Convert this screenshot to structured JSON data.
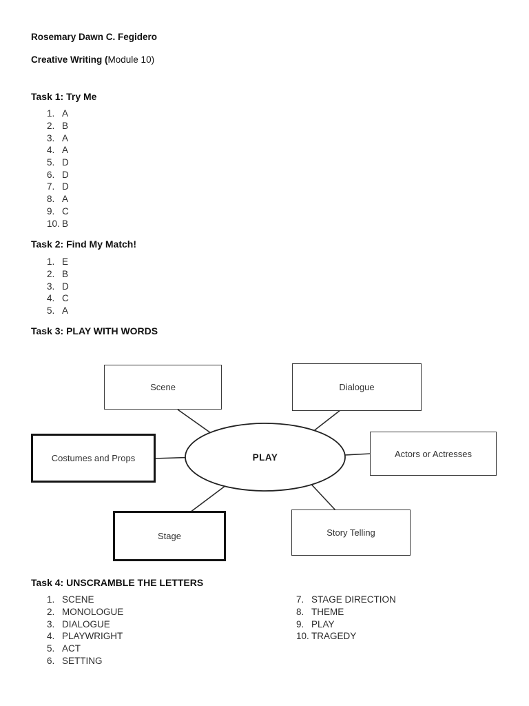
{
  "header": {
    "author": "Rosemary Dawn C. Fegidero",
    "course_bold": "Creative Writing (",
    "course_rest": "Module 10)"
  },
  "task1": {
    "heading": "Task 1: Try Me",
    "items": [
      {
        "n": "1.",
        "v": "A"
      },
      {
        "n": "2.",
        "v": "B"
      },
      {
        "n": "3.",
        "v": "A"
      },
      {
        "n": "4.",
        "v": "A"
      },
      {
        "n": "5.",
        "v": "D"
      },
      {
        "n": "6.",
        "v": "D"
      },
      {
        "n": "7.",
        "v": "D"
      },
      {
        "n": "8.",
        "v": "A"
      },
      {
        "n": "9.",
        "v": "C"
      },
      {
        "n": "10.",
        "v": "B"
      }
    ]
  },
  "task2": {
    "heading": "Task 2: Find My Match!",
    "items": [
      {
        "n": "1.",
        "v": "E"
      },
      {
        "n": "2.",
        "v": "B"
      },
      {
        "n": "3.",
        "v": "D"
      },
      {
        "n": "4.",
        "v": "C"
      },
      {
        "n": "5.",
        "v": "A"
      }
    ]
  },
  "task3": {
    "heading": "Task 3: PLAY WITH WORDS",
    "center": "PLAY",
    "nodes": {
      "scene": "Scene",
      "dialogue": "Dialogue",
      "costumes": "Costumes and Props",
      "actors": "Actors or Actresses",
      "stage": "Stage",
      "storytelling": "Story Telling"
    }
  },
  "task4": {
    "heading": "Task 4: UNSCRAMBLE THE LETTERS",
    "left": [
      {
        "n": "1.",
        "v": "SCENE"
      },
      {
        "n": "2.",
        "v": "MONOLOGUE"
      },
      {
        "n": "3.",
        "v": "DIALOGUE"
      },
      {
        "n": "4.",
        "v": "PLAYWRIGHT"
      },
      {
        "n": "5.",
        "v": "ACT"
      },
      {
        "n": "6.",
        "v": "SETTING"
      }
    ],
    "right": [
      {
        "n": "7.",
        "v": "STAGE DIRECTION"
      },
      {
        "n": "8.",
        "v": "THEME"
      },
      {
        "n": "9.",
        "v": "PLAY"
      },
      {
        "n": "10.",
        "v": "TRAGEDY"
      }
    ]
  },
  "colors": {
    "ink": "#222222",
    "box_border": "#3a3a3a",
    "thick_border": "#141414"
  }
}
